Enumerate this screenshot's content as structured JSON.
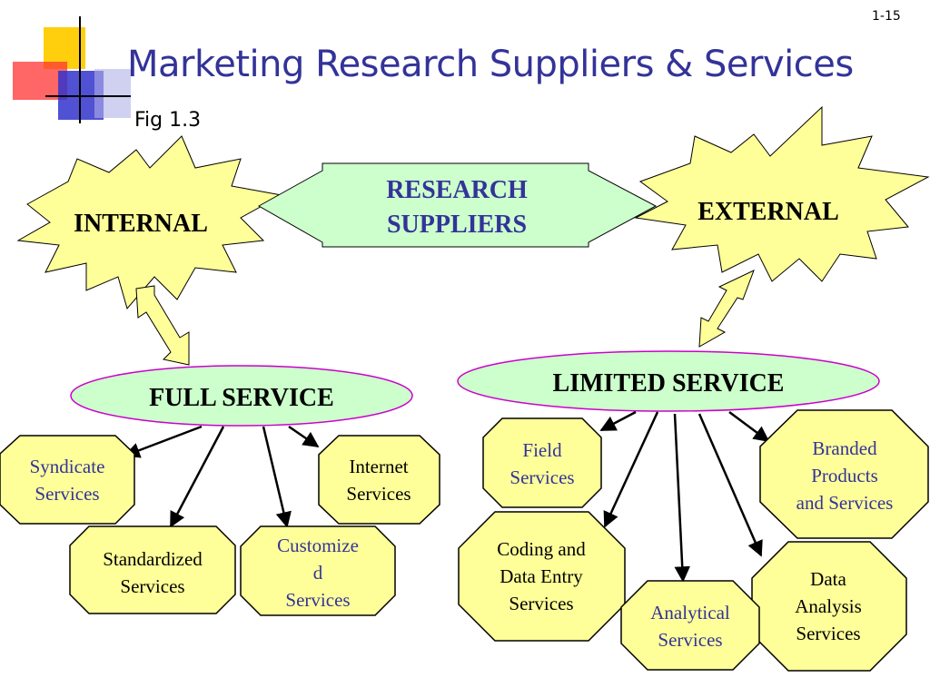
{
  "slide": {
    "number": "1-15",
    "title": "Marketing Research Suppliers & Services",
    "figure_label": "Fig 1.3"
  },
  "diagram": {
    "center": {
      "lines": [
        "RESEARCH",
        "SUPPLIERS"
      ]
    },
    "internal": "INTERNAL",
    "external": "EXTERNAL",
    "full_service": "FULL SERVICE",
    "limited_service": "LIMITED SERVICE",
    "full_service_items": [
      {
        "lines": [
          "Syndicate",
          "Services"
        ]
      },
      {
        "lines": [
          "Internet",
          "Services"
        ]
      },
      {
        "lines": [
          "Standardized",
          "Services"
        ]
      },
      {
        "lines": [
          "Customize",
          "d",
          "Services"
        ]
      }
    ],
    "limited_service_items": [
      {
        "lines": [
          "Field",
          "Services"
        ]
      },
      {
        "lines": [
          "Branded",
          "Products",
          "and Services"
        ]
      },
      {
        "lines": [
          "Coding and",
          "Data Entry",
          "Services"
        ]
      },
      {
        "lines": [
          "Data",
          "Analysis",
          "Services"
        ]
      },
      {
        "lines": [
          "Analytical",
          "Services"
        ]
      }
    ]
  },
  "colors": {
    "title": "#333399",
    "starburst_fill": "#ffff99",
    "center_fill": "#ccffcc",
    "oval_fill": "#ccffcc",
    "oval_stroke": "#cc00cc",
    "octagon_fill": "#ffff99",
    "blue_text": "#333399",
    "black_text": "#000000"
  }
}
